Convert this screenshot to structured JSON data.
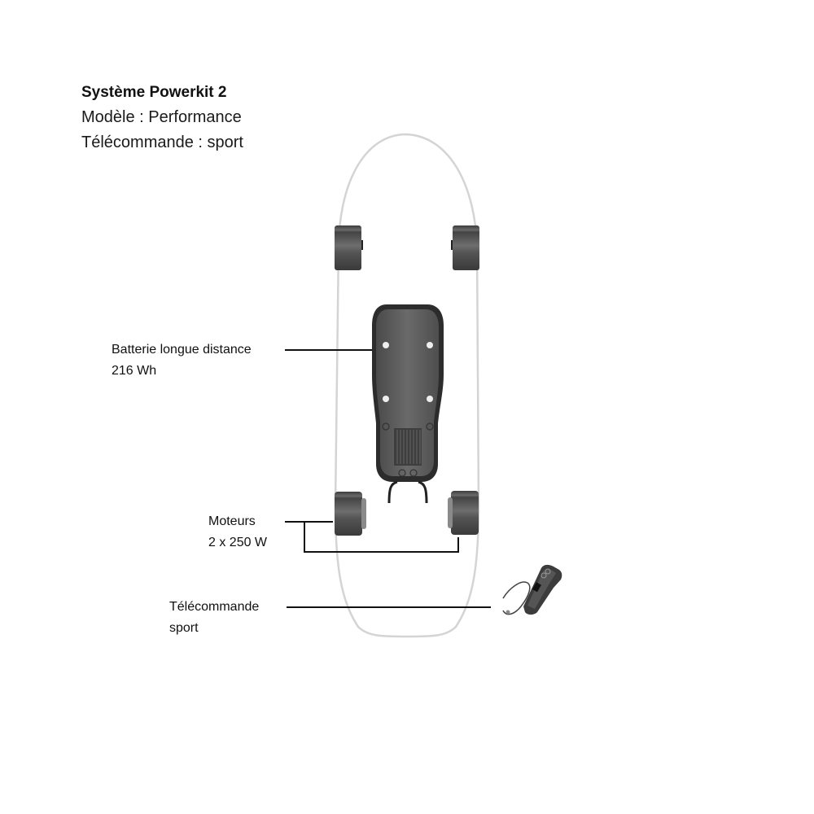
{
  "header": {
    "title": "Système Powerkit 2",
    "model": "Modèle : Performance",
    "remote": "Télécommande : sport"
  },
  "callouts": {
    "battery": {
      "line1": "Batterie longue distance",
      "line2": "216 Wh"
    },
    "motors": {
      "line1": "Moteurs",
      "line2": "2 x 250 W"
    },
    "remote": {
      "line1": "Télécommande",
      "line2": "sport"
    }
  },
  "colors": {
    "board_outline": "#d4d4d4",
    "wheel": "#4a4a4a",
    "battery_body": "#5a5a5a",
    "battery_rim": "#2e2e2e",
    "leader_line": "#111111"
  }
}
